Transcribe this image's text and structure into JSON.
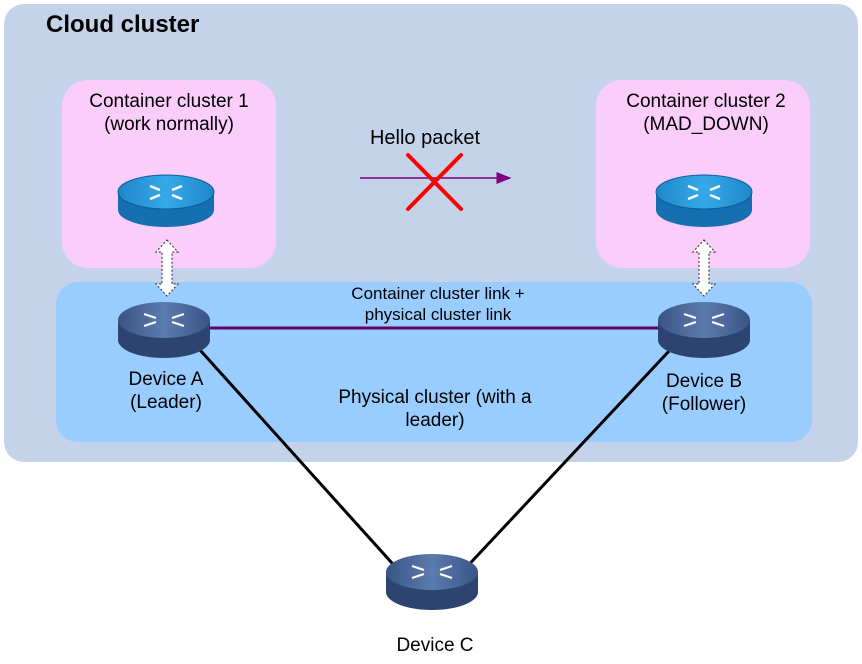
{
  "title": "Cloud cluster",
  "container_cluster_1": {
    "line1": "Container cluster 1",
    "line2": "(work normally)"
  },
  "container_cluster_2": {
    "line1": "Container cluster 2",
    "line2": "(MAD_DOWN)"
  },
  "hello_packet": "Hello packet",
  "cluster_link": {
    "line1": "Container cluster link +",
    "line2": "physical cluster link"
  },
  "physical_cluster": {
    "line1": "Physical cluster (with a",
    "line2": "leader)"
  },
  "device_a": {
    "name": "Device A",
    "role": "(Leader)"
  },
  "device_b": {
    "name": "Device B",
    "role": "(Follower)"
  },
  "device_c": {
    "name": "Device C"
  },
  "colors": {
    "cloud_bg": "#c5d3ea",
    "container_bg": "#fbcdfb",
    "physical_bg": "#99ccff",
    "cluster_link": "#660066",
    "hello_arrow": "#800080",
    "blocked_x": "#ff0000"
  },
  "icons": [
    "router-icon",
    "switch-icon",
    "double-arrow-icon",
    "cross-icon"
  ]
}
